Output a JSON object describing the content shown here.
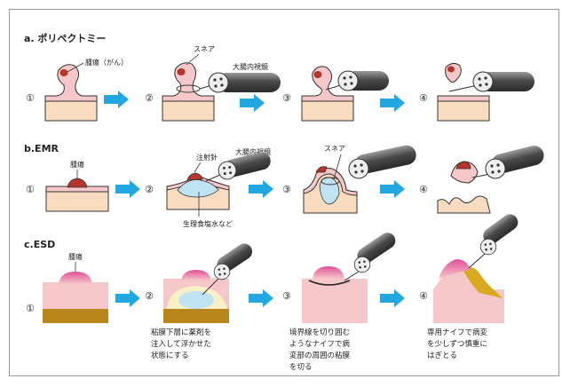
{
  "sections": {
    "a": {
      "title": "a. ポリペクトミー"
    },
    "b": {
      "title": "b.EMR"
    },
    "c": {
      "title": "c.ESD"
    }
  },
  "labels": {
    "tumor_gan": "腫瘍（がん）",
    "snare": "スネア",
    "scope": "大腸内視鏡",
    "tumor": "腫瘍",
    "needle": "注射針",
    "saline": "生理食塩水など"
  },
  "steps": [
    "①",
    "②",
    "③",
    "④"
  ],
  "esd_captions": {
    "step2": [
      "粘膜下層に薬剤を",
      "注入して浮かせた",
      "状態にする"
    ],
    "step3": [
      "境界線を切り囲む",
      "ようなナイフで病",
      "変部の周囲の粘膜",
      "を切る"
    ],
    "step4": [
      "専用ナイフで病変",
      "を少しずつ慎重に",
      "はぎとる"
    ]
  },
  "colors": {
    "mucosa": "#f6c7c8",
    "tissue": "#f9dcc0",
    "tumor": "#b5352a",
    "arrow": "#22a7e0",
    "saline": "#bfe3f3",
    "esd_lesion": "#e36aa2",
    "esd_base": "#b8861b",
    "esd_cream": "#f8f1c6",
    "scope_body": "#666666"
  },
  "icons": {
    "arrow": "right-arrow-icon",
    "scope": "endoscope-icon"
  }
}
